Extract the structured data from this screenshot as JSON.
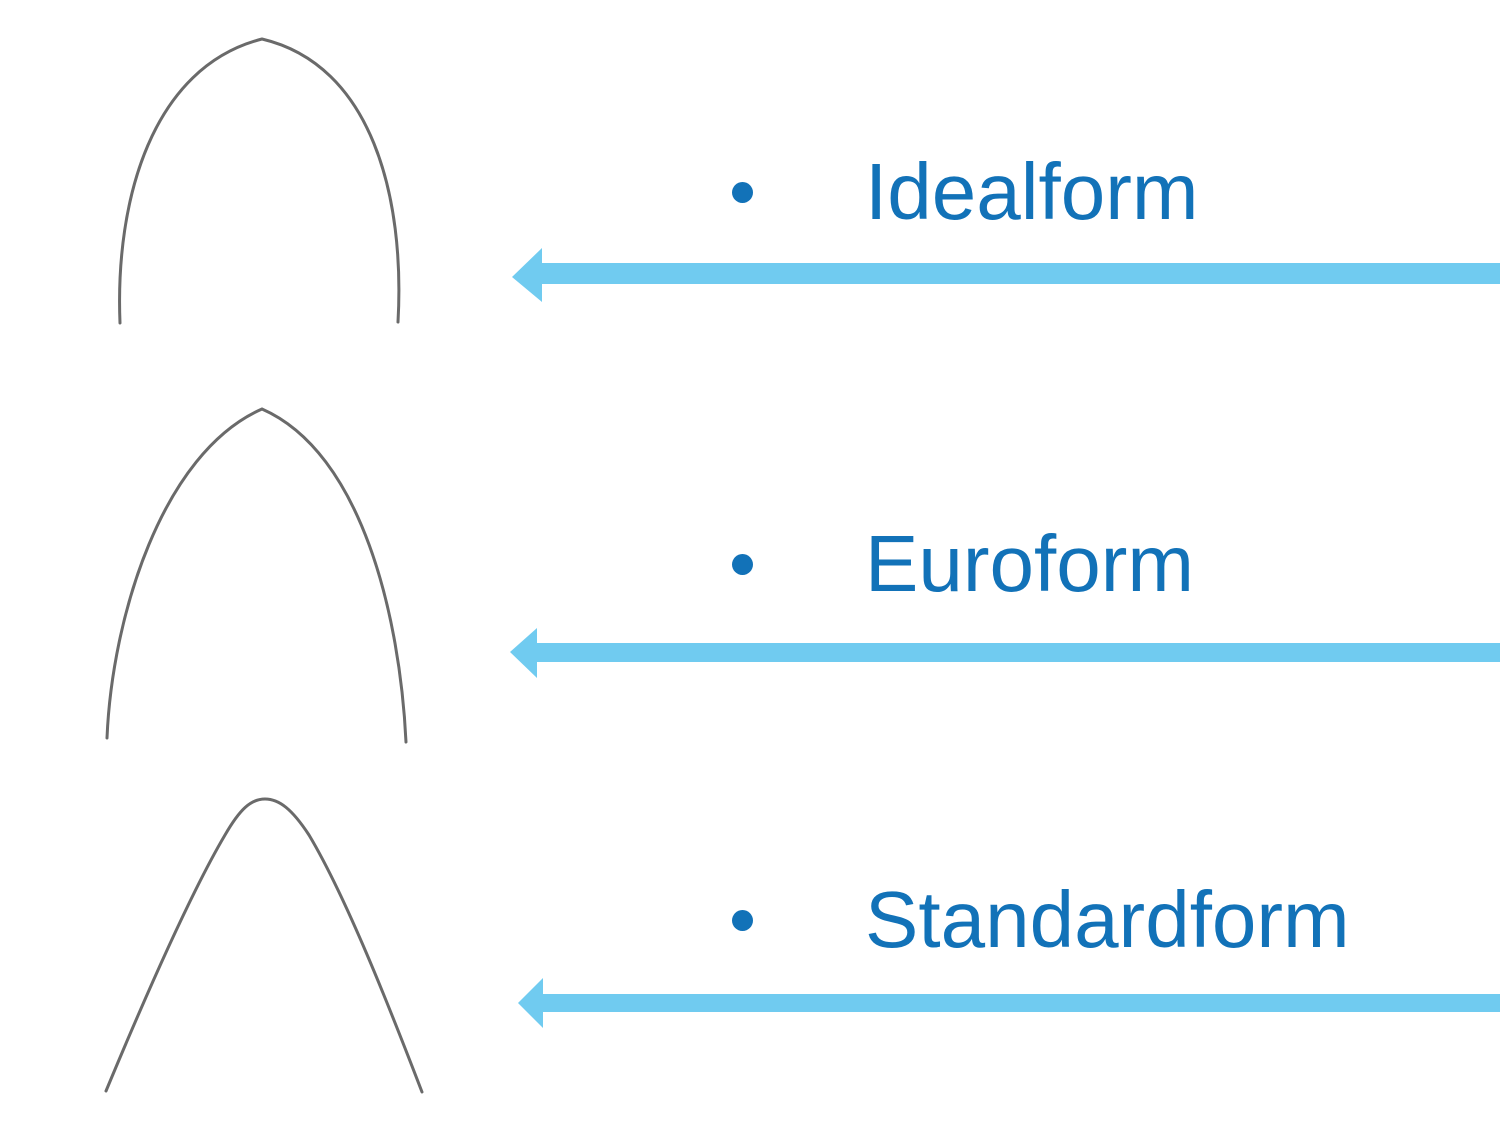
{
  "slide": {
    "items": [
      {
        "label": "Idealform",
        "arch_icon": "idealform-archwire-icon"
      },
      {
        "label": "Euroform",
        "arch_icon": "euroform-archwire-icon"
      },
      {
        "label": "Standardform",
        "arch_icon": "standardform-archwire-icon"
      }
    ]
  },
  "colors": {
    "label_text": "#1272B8",
    "bullet": "#1272B8",
    "arrow": "#70CBF0",
    "wire": "#6A6A6A",
    "background": "#FFFFFF"
  }
}
